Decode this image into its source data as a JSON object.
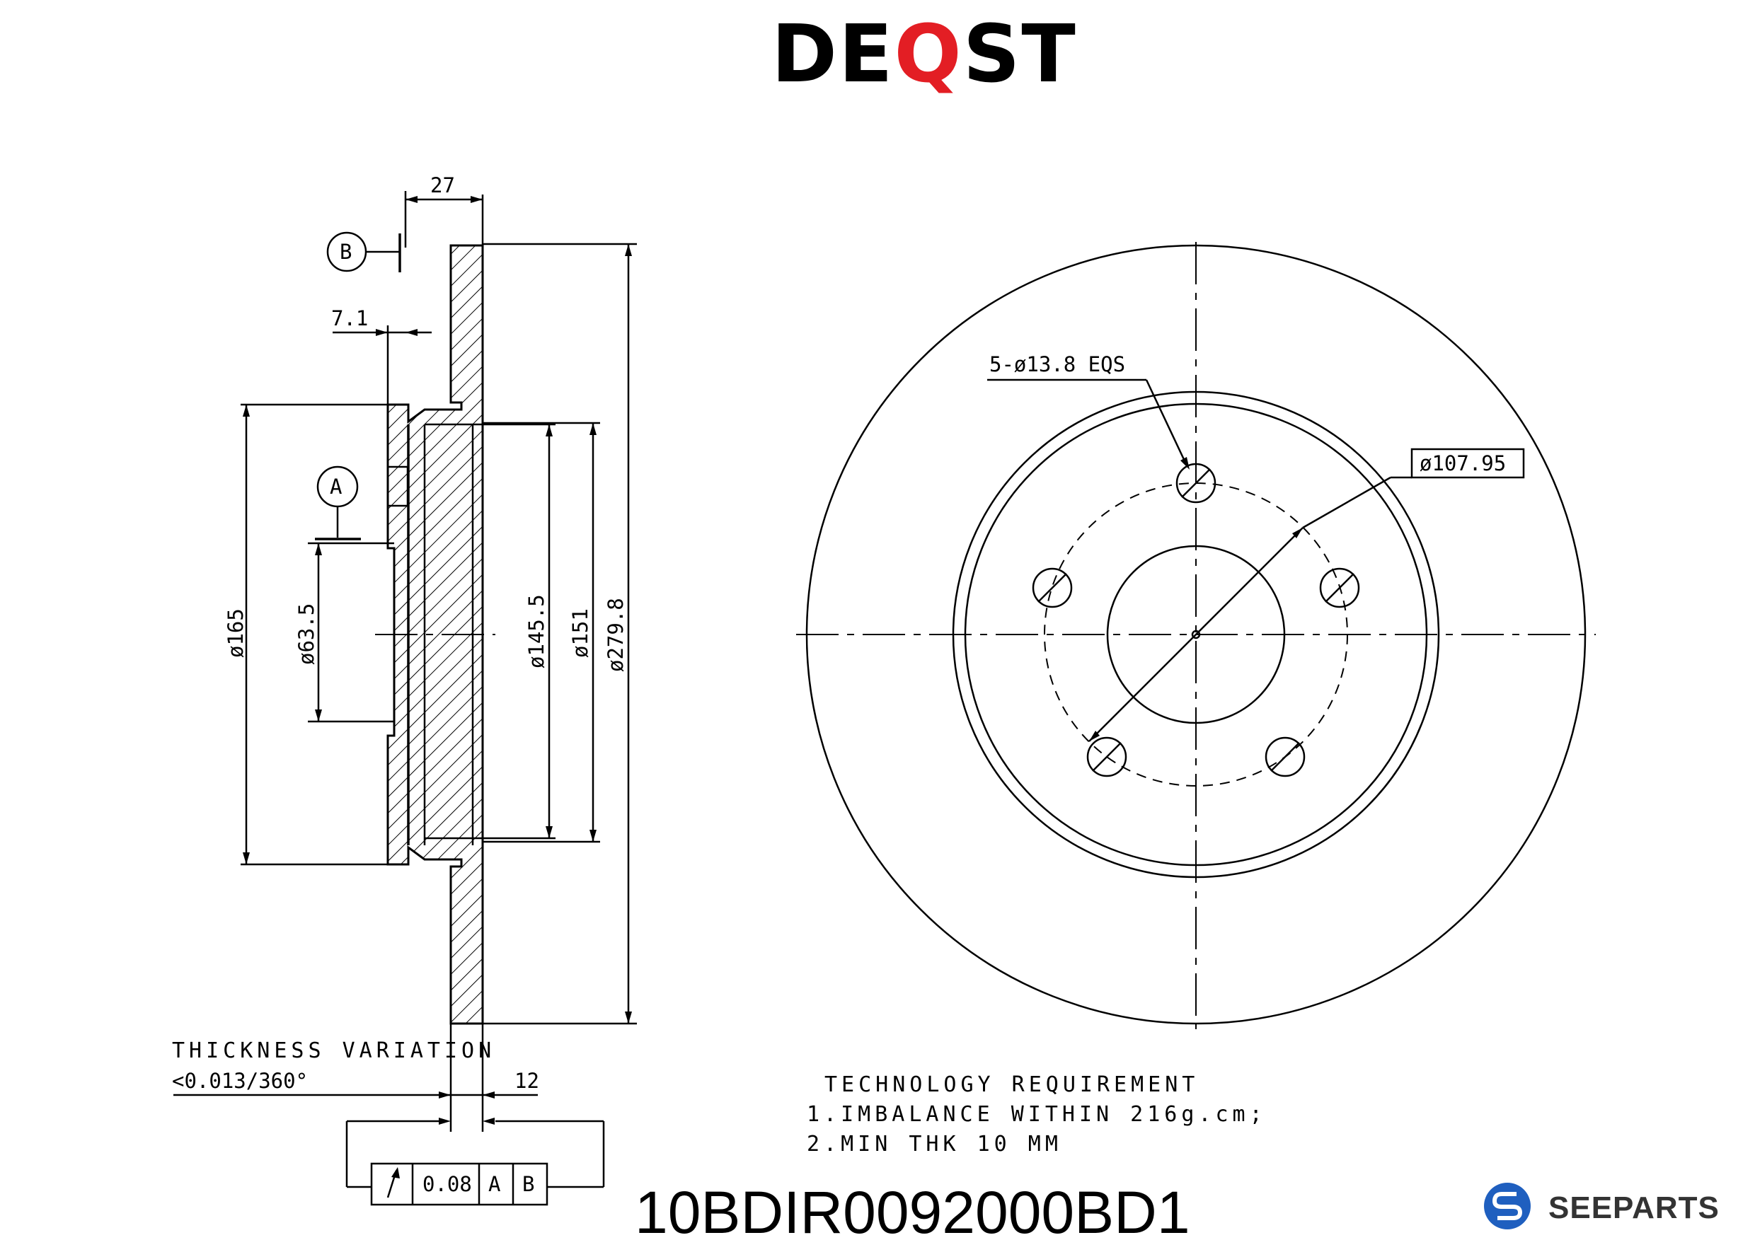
{
  "brand": {
    "prefix": "DE",
    "q": "Q",
    "suffix": "ST",
    "accent_color": "#e31e24"
  },
  "dims": {
    "width_27": "27",
    "datum_b": "B",
    "datum_a": "A",
    "offset_7_1": "7.1",
    "d165": "ø165",
    "d63_5": "ø63.5",
    "d145_5": "ø145.5",
    "d151": "ø151",
    "d279_8": "ø279.8",
    "thk_12": "12",
    "holes": "5-ø13.8 EQS",
    "pcd": "ø107.95"
  },
  "thickness_variation": {
    "label": "THICKNESS VARIATION",
    "value": "<0.013/360°"
  },
  "tolerance_frame": {
    "value": "0.08",
    "datum1": "A",
    "datum2": "B"
  },
  "tech": {
    "title": "TECHNOLOGY REQUIREMENT",
    "line1": "1.IMBALANCE WITHIN 216g.cm;",
    "line2": "2.MIN THK 10 MM"
  },
  "part_number": "10BDIR0092000BD1",
  "seeparts": {
    "name": "SEEPARTS",
    "icon": "seeparts-s-icon",
    "color": "#1f5fbf"
  }
}
